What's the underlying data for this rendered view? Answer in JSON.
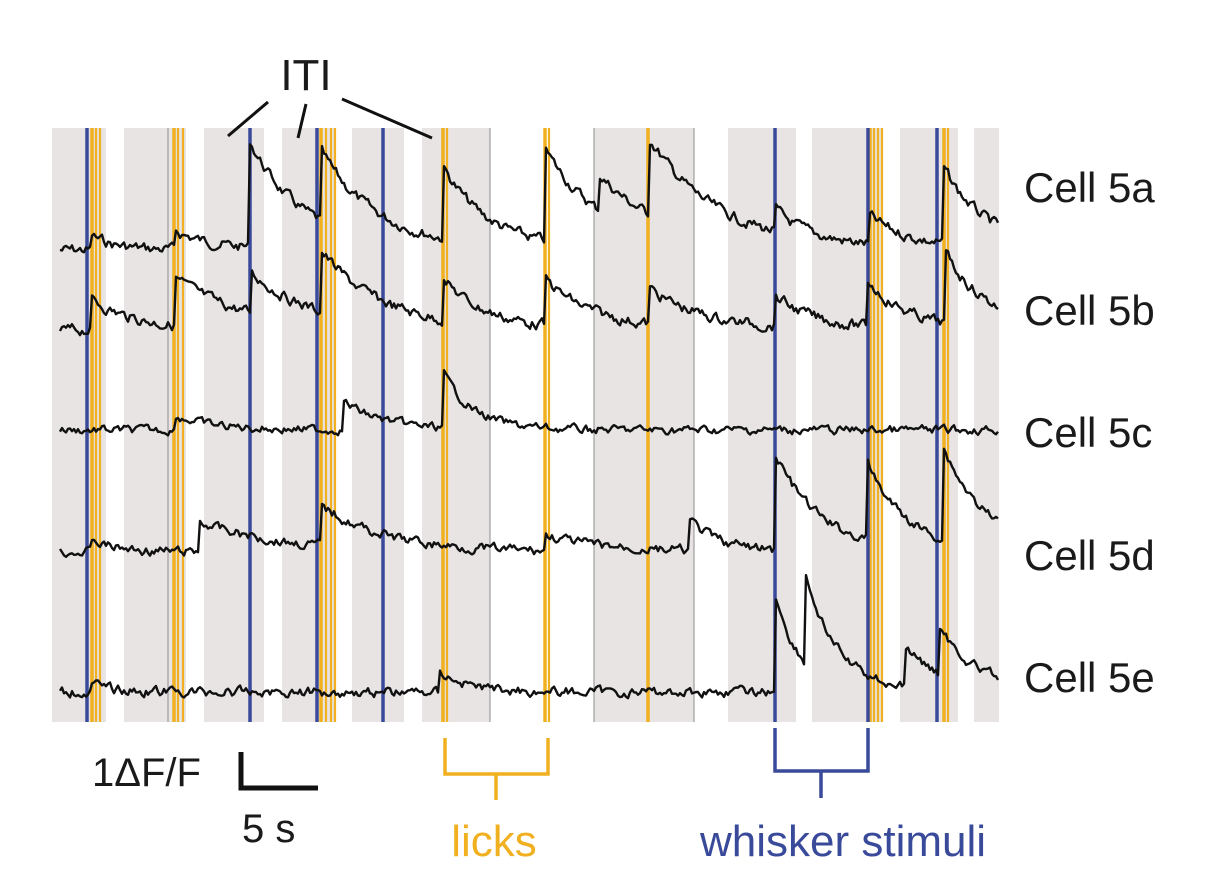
{
  "labels": {
    "iti": "ITI",
    "cells": [
      "Cell 5a",
      "Cell 5b",
      "Cell 5c",
      "Cell 5d",
      "Cell 5e"
    ],
    "scale_y": "1ΔF/F",
    "scale_x": "5 s",
    "licks": "licks",
    "whisker": "whisker stimuli"
  },
  "colors": {
    "background_band": "#e8e4e4",
    "lick": "#f0b020",
    "whisker": "#3a4a9a",
    "trace": "#111111",
    "text": "#1a1a1a"
  },
  "iti_pointer_count": 3
}
